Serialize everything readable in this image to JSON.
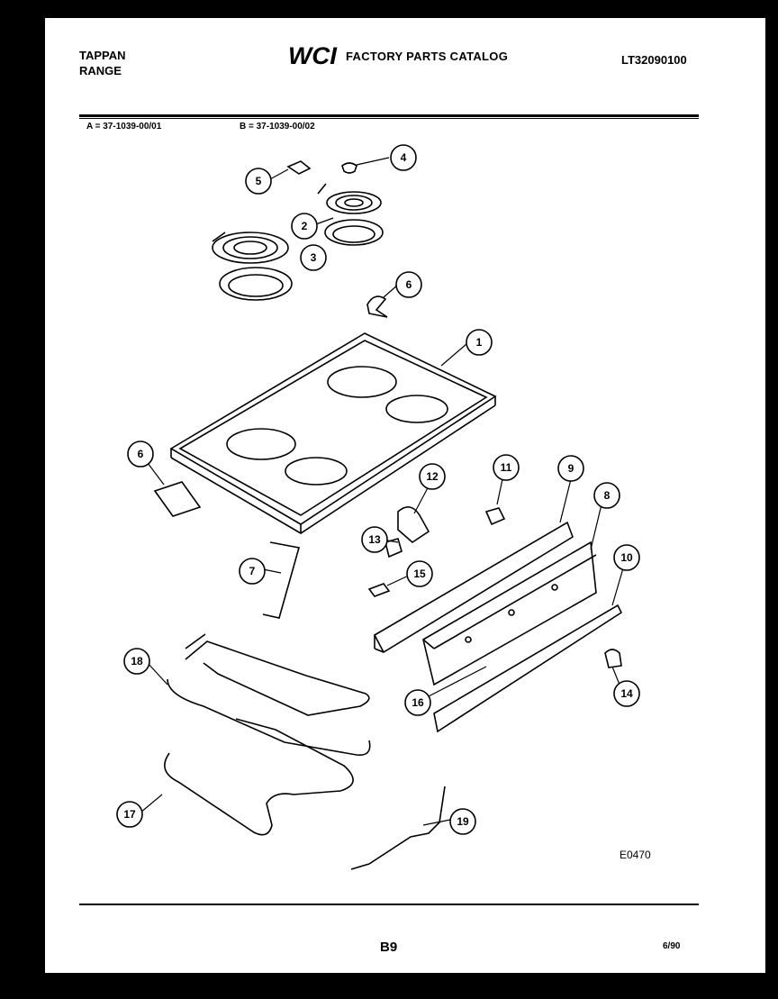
{
  "header": {
    "brand_line1": "TAPPAN",
    "brand_line2": "RANGE",
    "logo_text": "WCI",
    "catalog_title": "FACTORY PARTS CATALOG",
    "doc_number": "LT32090100"
  },
  "models": {
    "a": "A = 37-1039-00/01",
    "b": "B = 37-1039-00/02"
  },
  "callouts": {
    "c1": "1",
    "c2": "2",
    "c3": "3",
    "c4": "4",
    "c5": "5",
    "c6a": "6",
    "c6b": "6",
    "c7": "7",
    "c8": "8",
    "c9": "9",
    "c10": "10",
    "c11": "11",
    "c12": "12",
    "c13": "13",
    "c14": "14",
    "c15": "15",
    "c16": "16",
    "c17": "17",
    "c18": "18",
    "c19": "19"
  },
  "footer": {
    "diagram_code": "E0470",
    "page_number": "B9",
    "date": "6/90"
  }
}
